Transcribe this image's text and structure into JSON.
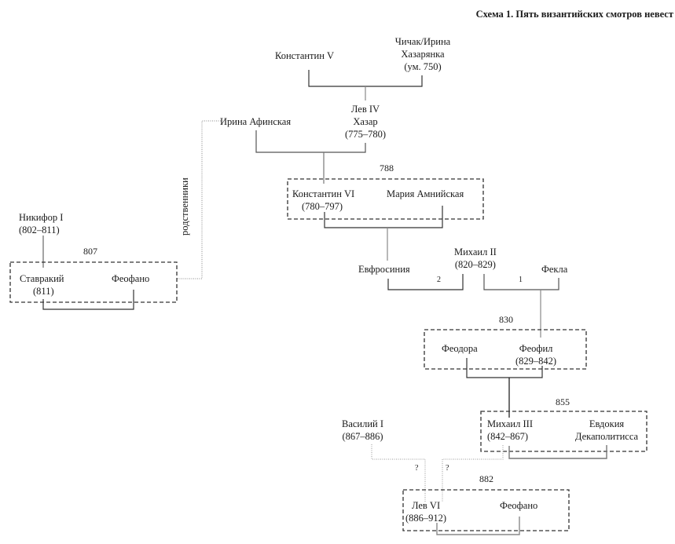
{
  "title": "Схема 1. Пять византийских смотров невест",
  "relatives_label": "родственники",
  "people": {
    "konstantin5": {
      "name": "Константин V"
    },
    "chichak": {
      "line1": "Чичак/Ирина",
      "line2": "Хазарянка",
      "line3": "(ум. 750)"
    },
    "lev4": {
      "line1": "Лев IV",
      "line2": "Хазар",
      "line3": "(775–780)"
    },
    "irina": {
      "name": "Ирина Афинская"
    },
    "konstantin6": {
      "name": "Константин VI",
      "years": "(780–797)"
    },
    "maria": {
      "name": "Мария Амнийская"
    },
    "nikifor": {
      "name": "Никифор I",
      "years": "(802–811)"
    },
    "stavraky": {
      "name": "Ставракий",
      "years": "(811)"
    },
    "feofano1": {
      "name": "Феофано"
    },
    "evfrosinia": {
      "name": "Евфросиния"
    },
    "mikhail2": {
      "name": "Михаил II",
      "years": "(820–829)"
    },
    "fekla": {
      "name": "Фекла"
    },
    "feodora": {
      "name": "Феодора"
    },
    "feofil": {
      "name": "Феофил",
      "years": "(829–842)"
    },
    "vasily": {
      "name": "Василий I",
      "years": "(867–886)"
    },
    "mikhail3": {
      "name": "Михаил III",
      "years": "(842–867)"
    },
    "evdokia": {
      "line1": "Евдокия",
      "line2": "Декаполитисса"
    },
    "lev6": {
      "name": "Лев VI",
      "years": "(886–912)"
    },
    "feofano2": {
      "name": "Феофано"
    }
  },
  "bride_shows": [
    {
      "year": "788"
    },
    {
      "year": "807"
    },
    {
      "year": "830"
    },
    {
      "year": "855"
    },
    {
      "year": "882"
    }
  ],
  "marriage_order": {
    "second": "2",
    "first": "1"
  },
  "uncertain": {
    "q1": "?",
    "q2": "?"
  }
}
